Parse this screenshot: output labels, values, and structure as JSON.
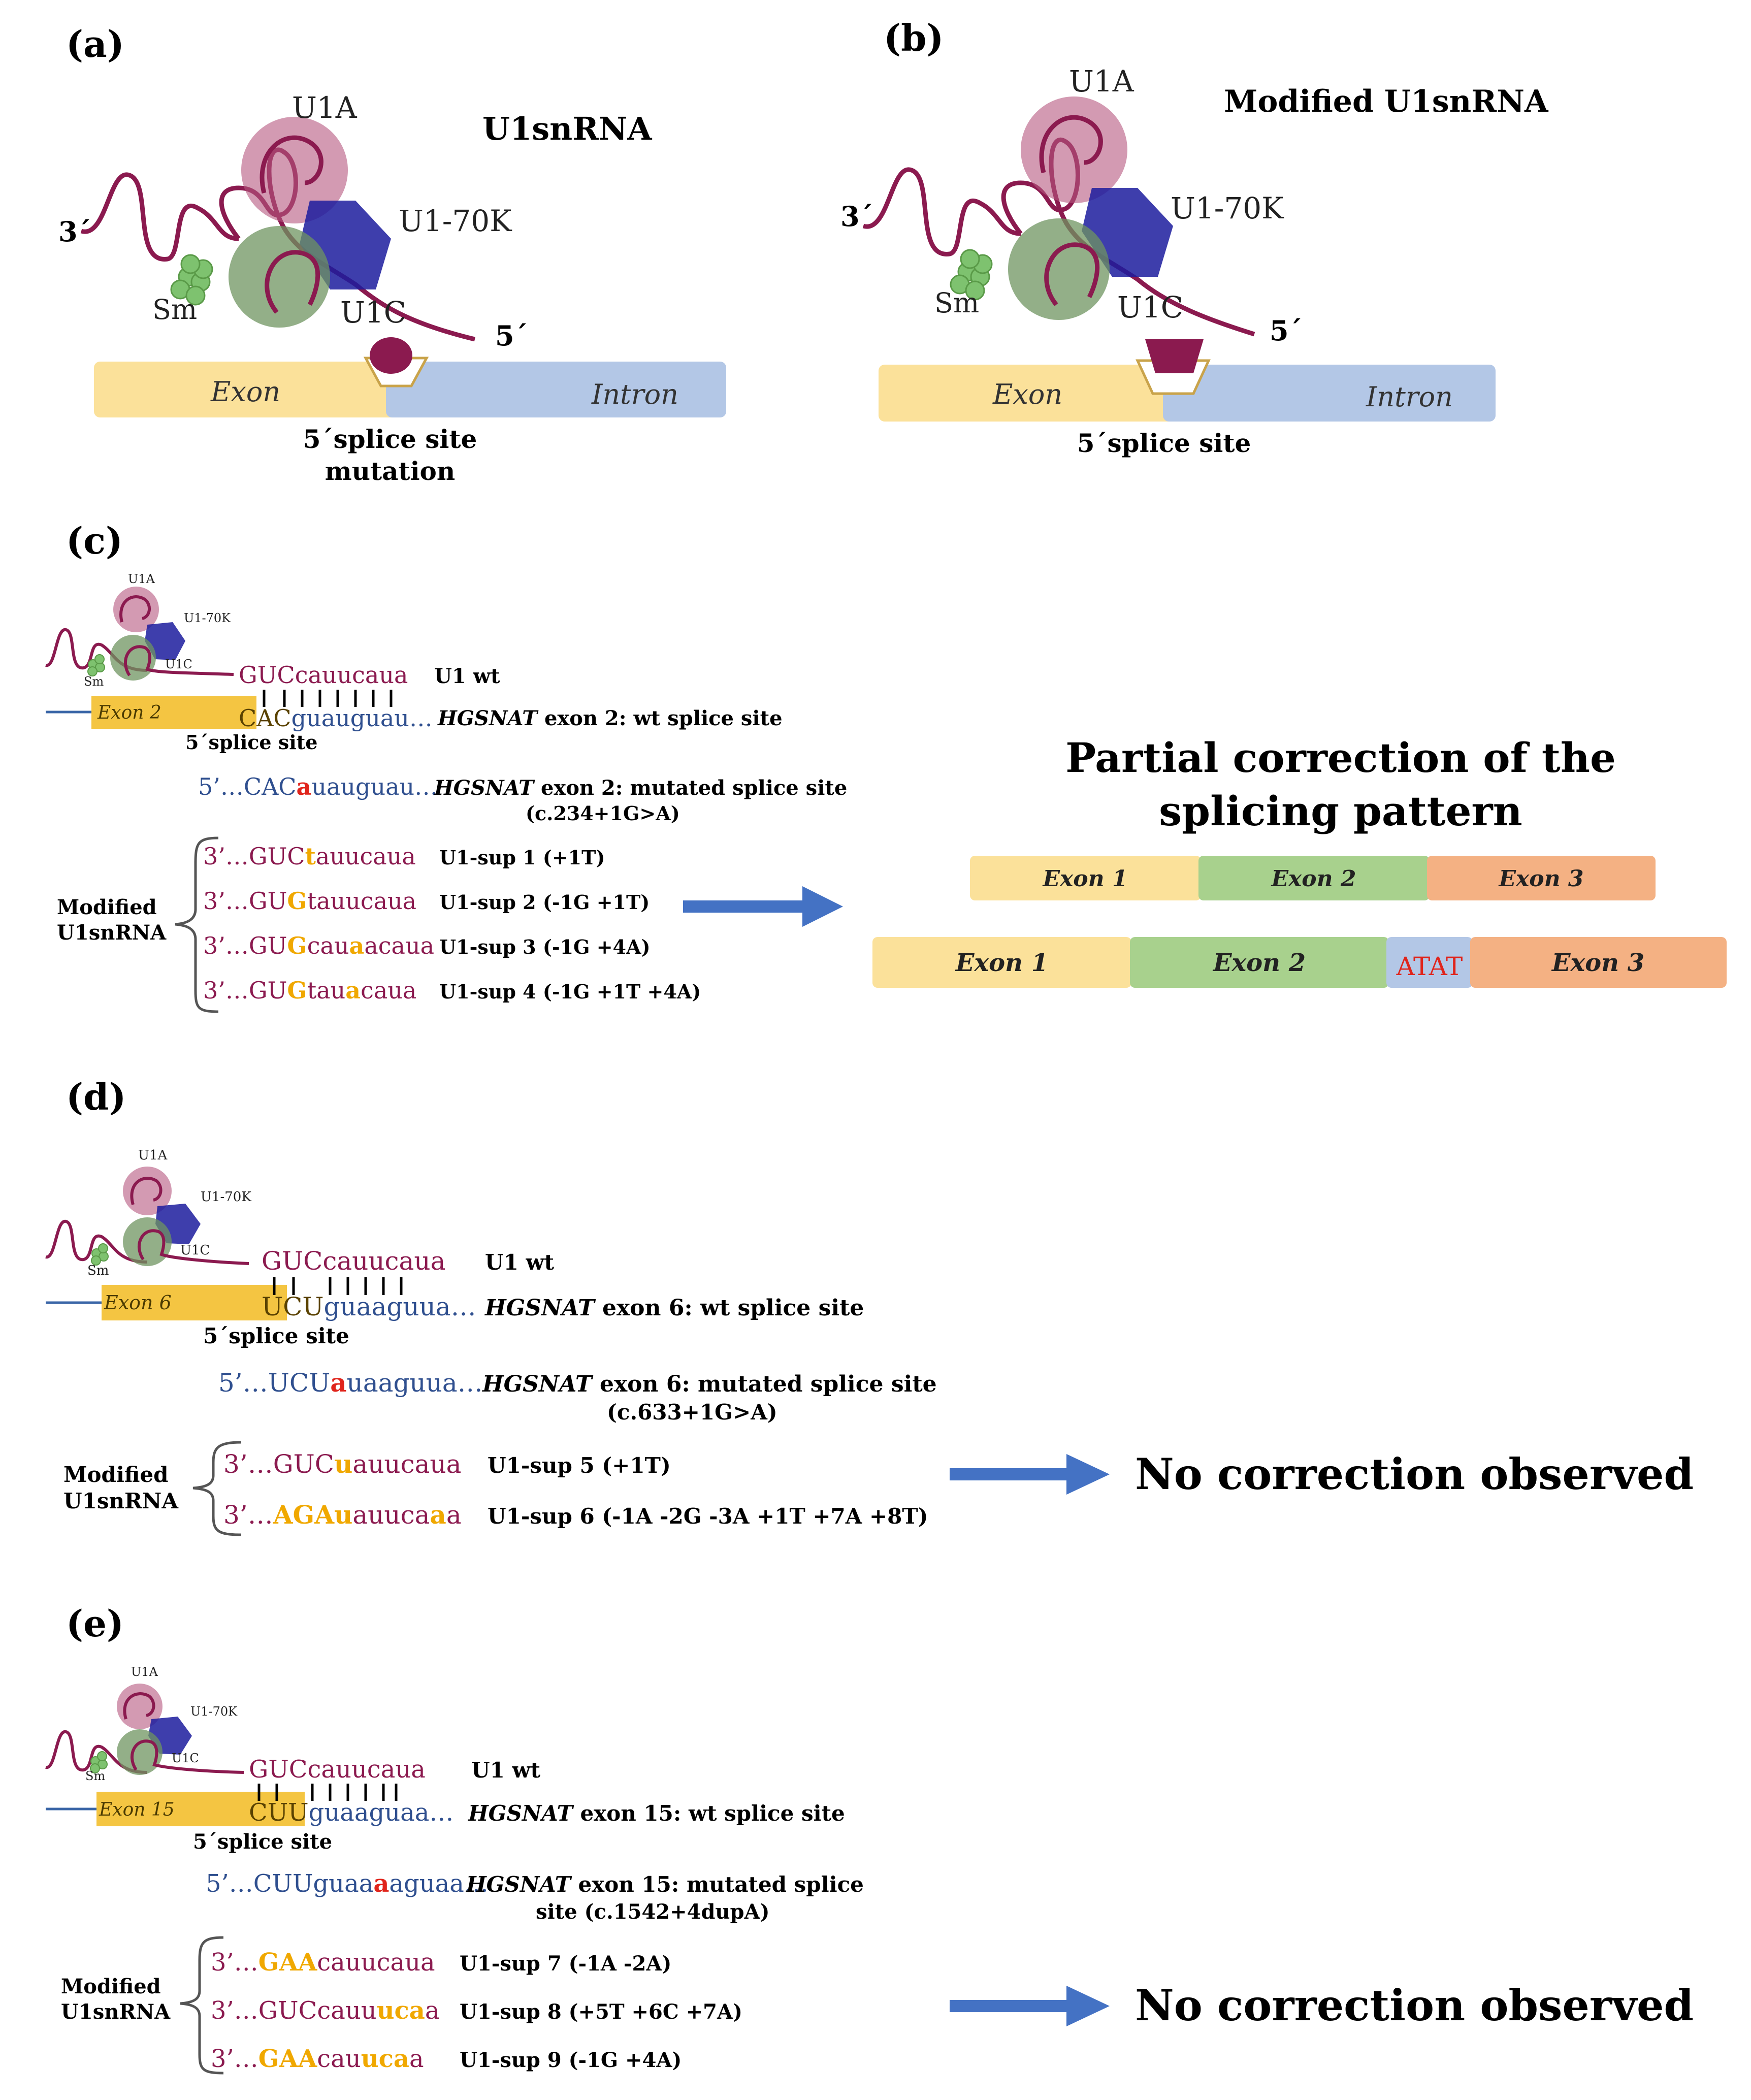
{
  "panels": {
    "a": {
      "label": "(a)",
      "title": "U1snRNA",
      "u1a": "U1A",
      "u170k": "U1-70K",
      "u1c": "U1C",
      "sm": "Sm",
      "end3": "3´",
      "end5": "5´",
      "exon": "Exon",
      "intron": "Intron",
      "site_line1": "5´splice site",
      "site_line2": "mutation"
    },
    "b": {
      "label": "(b)",
      "title": "Modified U1snRNA",
      "u1a": "U1A",
      "u170k": "U1-70K",
      "u1c": "U1C",
      "sm": "Sm",
      "end3": "3´",
      "end5": "5´",
      "exon": "Exon",
      "intron": "Intron",
      "site": "5´splice site"
    },
    "c": {
      "label": "(c)",
      "mini": {
        "u1a": "U1A",
        "u170k": "U1-70K",
        "u1c": "U1C",
        "sm": "Sm"
      },
      "exon_label": "Exon 2",
      "splice_label": "5´splice site",
      "wt_u1_seq": "GUCcauucaua",
      "wt_u1_desc": "U1 wt",
      "target_upper": "CAC",
      "target_lower": "guauguau…",
      "target_gene": "HGSNAT",
      "target_desc": " exon 2: wt splice site",
      "mut_prefix": "5’…CAC",
      "mut_highlight": "a",
      "mut_suffix": "uauguau…",
      "mut_gene": "HGSNAT",
      "mut_desc": " exon 2: mutated splice site",
      "mut_variant": "(c.234+1G>A)",
      "modified_line1": "Modified",
      "modified_line2": "U1snRNA",
      "variants": [
        {
          "seq": [
            [
              "3’…GUC",
              "m"
            ],
            [
              "t",
              "o"
            ],
            [
              "auucaua",
              "m"
            ]
          ],
          "desc": "U1-sup 1 (+1T)"
        },
        {
          "seq": [
            [
              "3’…GU",
              "m"
            ],
            [
              "G",
              "o"
            ],
            [
              "tauucaua",
              "m"
            ]
          ],
          "desc": "U1-sup 2 (-1G +1T)"
        },
        {
          "seq": [
            [
              "3’…GU",
              "m"
            ],
            [
              "G",
              "o"
            ],
            [
              "cau",
              "m"
            ],
            [
              "a",
              "o"
            ],
            [
              "acaua",
              "m"
            ]
          ],
          "desc": "U1-sup 3 (-1G +4A)"
        },
        {
          "seq": [
            [
              "3’…GU",
              "m"
            ],
            [
              "G",
              "o"
            ],
            [
              "tau",
              "m"
            ],
            [
              "a",
              "o"
            ],
            [
              "cau",
              "m"
            ],
            [
              "a",
              "m"
            ]
          ],
          "desc": "U1-sup 4 (-1G +1T +4A)"
        }
      ],
      "result_title_line1": "Partial correction of the",
      "result_title_line2": "splicing pattern",
      "normal_exons": [
        "Exon 1",
        "Exon 2",
        "Exon 3"
      ],
      "corrected_exons": [
        "Exon 1",
        "Exon 2",
        "Exon 3"
      ],
      "insertion": "ATAT"
    },
    "d": {
      "label": "(d)",
      "mini": {
        "u1a": "U1A",
        "u170k": "U1-70K",
        "u1c": "U1C",
        "sm": "Sm"
      },
      "exon_label": "Exon 6",
      "splice_label": "5´splice site",
      "wt_u1_seq": "GUCcauucaua",
      "wt_u1_desc": "U1 wt",
      "target_upper": "UCU",
      "target_lower": "guaaguua…",
      "target_gene": "HGSNAT",
      "target_desc": " exon 6: wt splice site",
      "mut_prefix": "5’…UCU",
      "mut_highlight": "a",
      "mut_suffix": "uaaguua…",
      "mut_gene": "HGSNAT",
      "mut_desc": " exon 6: mutated splice site",
      "mut_variant": "(c.633+1G>A)",
      "modified_line1": "Modified",
      "modified_line2": "U1snRNA",
      "variants": [
        {
          "seq": [
            [
              "3’…GUC",
              "m"
            ],
            [
              "u",
              "o"
            ],
            [
              "auucaua",
              "m"
            ]
          ],
          "desc": "U1-sup 5 (+1T)"
        },
        {
          "seq": [
            [
              "3’…",
              "m"
            ],
            [
              "AGA",
              "o"
            ],
            [
              "u",
              "o"
            ],
            [
              "auuca",
              "m"
            ],
            [
              "a",
              "o"
            ],
            [
              "a",
              "m"
            ]
          ],
          "desc": "U1-sup 6 (-1A -2G -3A +1T +7A +8T)"
        }
      ],
      "result": "No correction observed"
    },
    "e": {
      "label": "(e)",
      "mini": {
        "u1a": "U1A",
        "u170k": "U1-70K",
        "u1c": "U1C",
        "sm": "Sm"
      },
      "exon_label": "Exon 15",
      "splice_label": "5´splice site",
      "wt_u1_seq": "GUCcauucaua",
      "wt_u1_desc": "U1 wt",
      "target_upper": "CUU",
      "target_lower": "guaaguaa…",
      "target_gene": "HGSNAT",
      "target_desc": " exon 15: wt splice site",
      "mut_prefix": "5’…CUUguaa",
      "mut_highlight": "a",
      "mut_suffix": "aguaa…",
      "mut_gene": "HGSNAT",
      "mut_desc": " exon 15: mutated splice",
      "mut_variant": "site (c.1542+4dupA)",
      "modified_line1": "Modified",
      "modified_line2": "U1snRNA",
      "variants": [
        {
          "seq": [
            [
              "3’…",
              "m"
            ],
            [
              "GAA",
              "o"
            ],
            [
              "cauucaua",
              "m"
            ]
          ],
          "desc": "U1-sup 7 (-1A -2A)"
        },
        {
          "seq": [
            [
              "3’…GUCcauu",
              "m"
            ],
            [
              "uca",
              "o"
            ],
            [
              "a",
              "m"
            ]
          ],
          "desc": "U1-sup 8 (+5T +6C +7A)"
        },
        {
          "seq": [
            [
              "3’…",
              "m"
            ],
            [
              "GAA",
              "o"
            ],
            [
              "cau",
              "m"
            ],
            [
              "uca",
              "o"
            ],
            [
              "a",
              "m"
            ]
          ],
          "desc": "U1-sup 9 (-1G +4A)"
        }
      ],
      "result": "No correction observed"
    }
  },
  "colors": {
    "rna": "#8b1a4f",
    "u1a": "#b5567f",
    "u170k": "#1c1c9e",
    "u1c": "#6f9460",
    "sm": "#7ec26f",
    "exon": "#fbe19a",
    "intron": "#b3c7e6",
    "exon_green": "#a8d18d",
    "exon_orange": "#f4b183",
    "orange_base": "#f0a800",
    "red_base": "#e0241b",
    "arrow": "#4472c4",
    "blue_text": "#2f4f8f"
  }
}
